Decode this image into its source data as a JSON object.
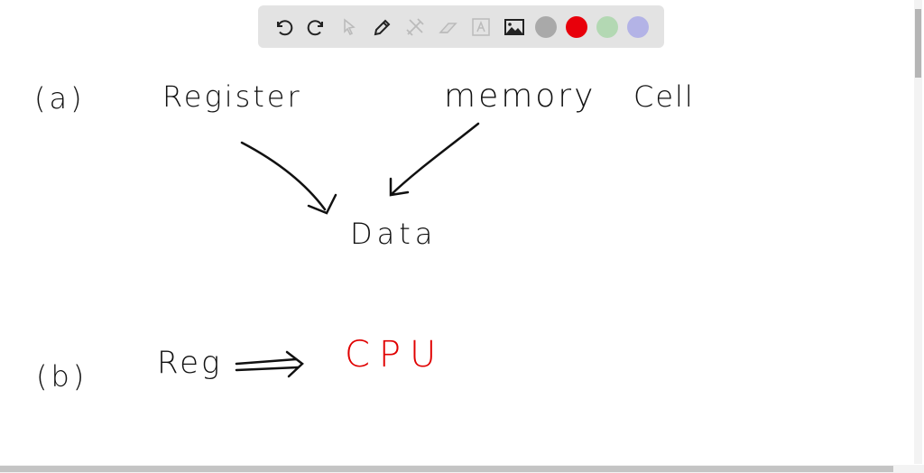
{
  "toolbar": {
    "tools": [
      {
        "name": "undo-icon",
        "enabled": true
      },
      {
        "name": "redo-icon",
        "enabled": true
      },
      {
        "name": "select-pointer-icon",
        "enabled": false
      },
      {
        "name": "pen-icon",
        "enabled": true
      },
      {
        "name": "tools-icon",
        "enabled": false
      },
      {
        "name": "eraser-icon",
        "enabled": false
      },
      {
        "name": "text-icon",
        "enabled": false
      },
      {
        "name": "image-icon",
        "enabled": true
      }
    ],
    "colors": [
      "#a9a9a9",
      "#e8000b",
      "#b3d8b3",
      "#b3b3e6"
    ]
  },
  "canvas": {
    "a_label": "(a)",
    "register": "Register",
    "memory": "memory",
    "cell": "Cell",
    "data": "Data",
    "b_label": "(b)",
    "reg": "Reg",
    "cpu": "CPU",
    "cpu_color": "#e00000"
  }
}
